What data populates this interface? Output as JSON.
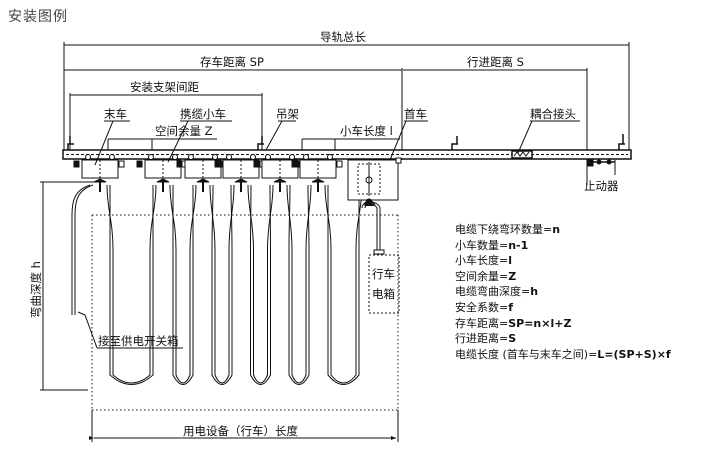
{
  "page": {
    "title": "安装图例"
  },
  "dimensions": {
    "rail_total": "导轨总长",
    "storage_distance": "存车距离 SP",
    "travel_distance": "行进距离 S",
    "bracket_spacing": "安装支架间距",
    "space_margin": "空间余量 Z",
    "trolley_length": "小车长度 l",
    "bend_depth": "弯曲深度 h",
    "equipment_length": "用电设备（行车）长度"
  },
  "callouts": {
    "end_car": "末车",
    "cable_trolley": "携缆小车",
    "hanger": "吊架",
    "head_car": "首车",
    "coupling": "耦合接头",
    "stopper": "止动器",
    "supply_box": "接至供电开关箱",
    "crane_box_line1": "行车",
    "crane_box_line2": "电箱"
  },
  "legend": [
    {
      "label": "电缆下绕弯环数量=",
      "value": "n"
    },
    {
      "label": "小车数量=",
      "value": "n-1"
    },
    {
      "label": "小车长度=",
      "value": "l"
    },
    {
      "label": "空间余量=",
      "value": "Z"
    },
    {
      "label": "电缆弯曲深度=",
      "value": "h"
    },
    {
      "label": "安全系数=",
      "value": "f"
    },
    {
      "label": "存车距离=",
      "value": "SP=n×l+Z"
    },
    {
      "label": "行进距离=",
      "value": "S"
    },
    {
      "label": "电缆长度 (首车与末车之间)=",
      "value": "L=(SP+S)×f"
    }
  ]
}
